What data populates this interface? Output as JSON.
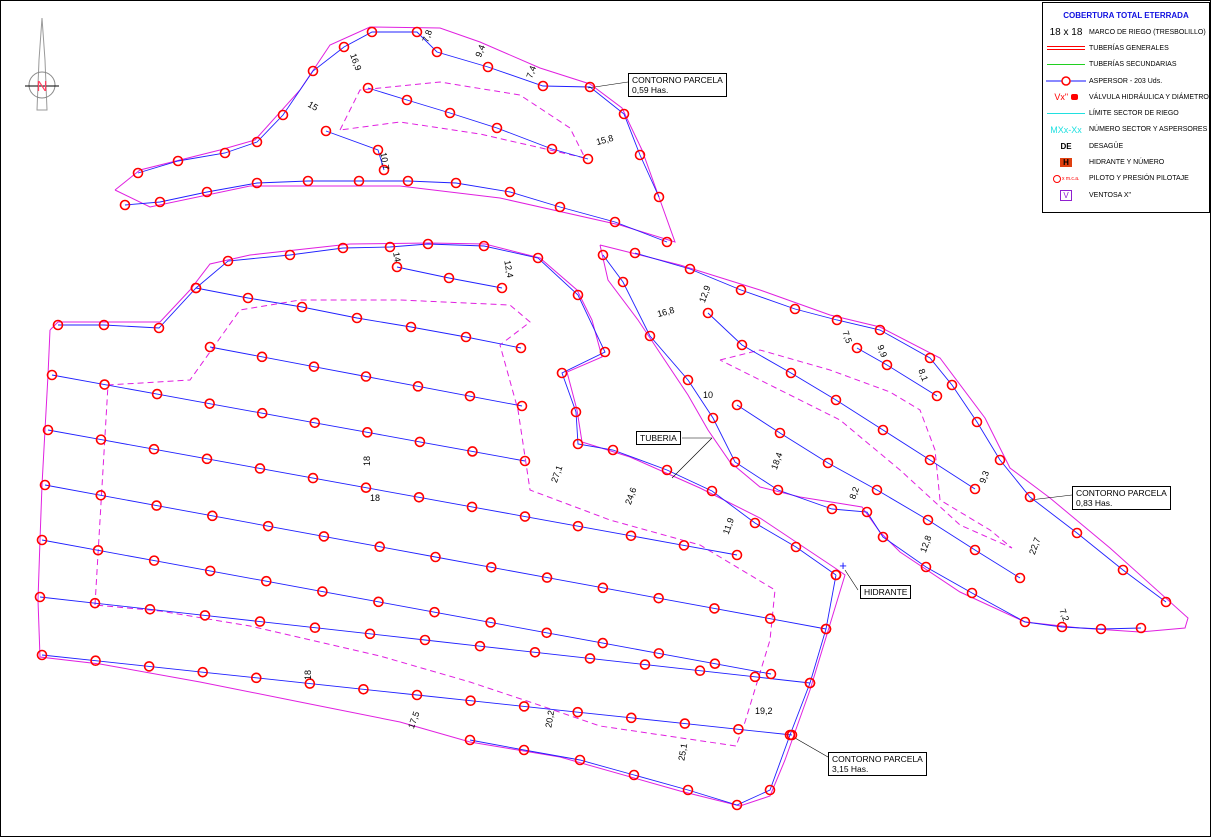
{
  "legend": {
    "title": "COBERTURA TOTAL ETERRADA",
    "items": [
      {
        "symbol": "18 x 18",
        "label": "MARCO DE RIEGO (TRESBOLILLO)"
      },
      {
        "label": "TUBERÍAS GENERALES"
      },
      {
        "label": "TUBERÍAS SECUNDARIAS"
      },
      {
        "label": "ASPERSOR - 203 Uds."
      },
      {
        "symbol": "Vx\"",
        "label": "VÁLVULA HIDRÁULICA Y DIÁMETRO"
      },
      {
        "label": "LÍMITE SECTOR DE RIEGO"
      },
      {
        "symbol": "MXx-Xx",
        "label": "NÚMERO SECTOR Y ASPERSORES"
      },
      {
        "symbol": "DE",
        "label": "DESAGÜE"
      },
      {
        "symbol": "H",
        "label": "HIDRANTE Y NÚMERO"
      },
      {
        "symbol": "x m.c.a.",
        "label": "PILOTO Y PRESIÓN PILOTAJE"
      },
      {
        "symbol": "V",
        "label": "VENTOSA X\""
      }
    ]
  },
  "colors": {
    "lateral": "#2020ff",
    "boundary": "#e020e0",
    "sprinkler": "#ff0000",
    "legend_title": "#1010e0"
  },
  "callouts": [
    {
      "title": "CONTORNO PARCELA",
      "value": "0,59 Has."
    },
    {
      "title": "CONTORNO PARCELA",
      "value": "0,83 Has."
    },
    {
      "title": "CONTORNO PARCELA",
      "value": "3,15 Has."
    },
    {
      "title": "TUBERIA"
    },
    {
      "title": "HIDRANTE"
    }
  ],
  "north_label": "N",
  "dimensions": [
    "7,8",
    "9,4",
    "7,4",
    "16,9",
    "15",
    "10,7",
    "15,8",
    "14",
    "12,4",
    "16,8",
    "12,9",
    "7,5",
    "9,9",
    "8,1",
    "10",
    "18,4",
    "8,2",
    "9,3",
    "12,8",
    "22,7",
    "7,2",
    "27,1",
    "24,6",
    "11,9",
    "18",
    "18",
    "18",
    "17,5",
    "20,2",
    "25,1",
    "19,2"
  ]
}
